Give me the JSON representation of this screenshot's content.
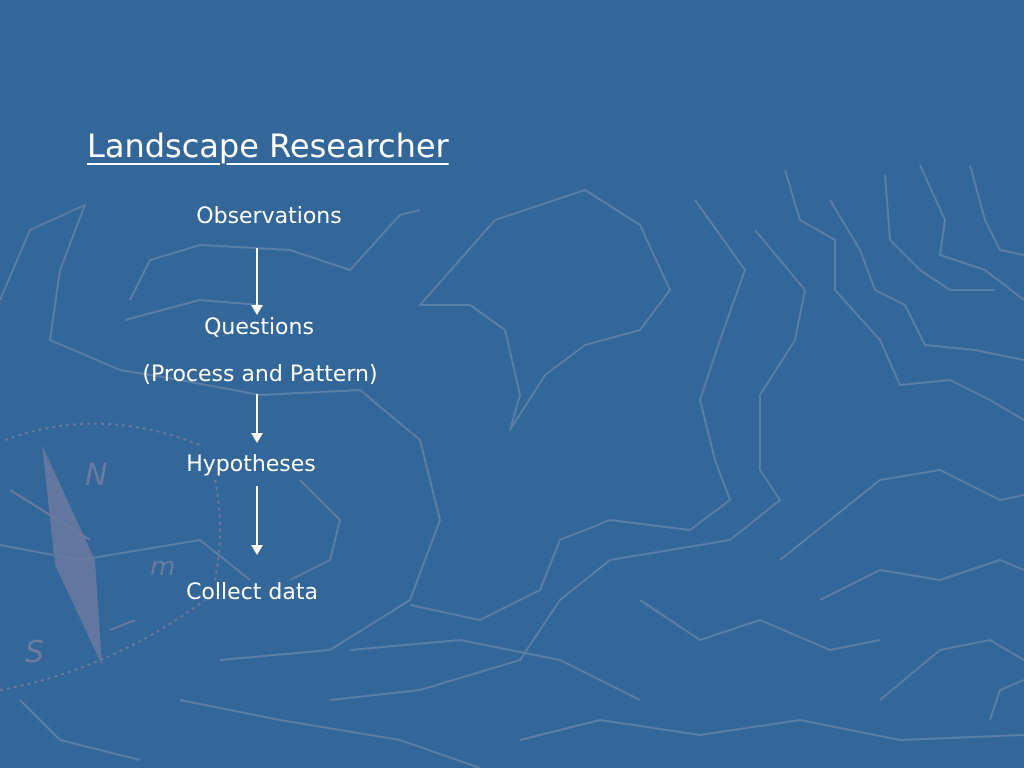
{
  "slide": {
    "title": "Landscape Researcher",
    "flow": {
      "steps": [
        {
          "label": "Observations"
        },
        {
          "label": "Questions"
        },
        {
          "label": "(Process and Pattern)"
        },
        {
          "label": "Hypotheses"
        },
        {
          "label": "Collect data"
        }
      ]
    },
    "background": {
      "fill_color": "#336699",
      "contour_line_color": "#5a7fa8",
      "compass_color": "#6a7aa0",
      "compass_labels": [
        "N",
        "S",
        "m"
      ]
    },
    "text_color": "#ffffff"
  }
}
